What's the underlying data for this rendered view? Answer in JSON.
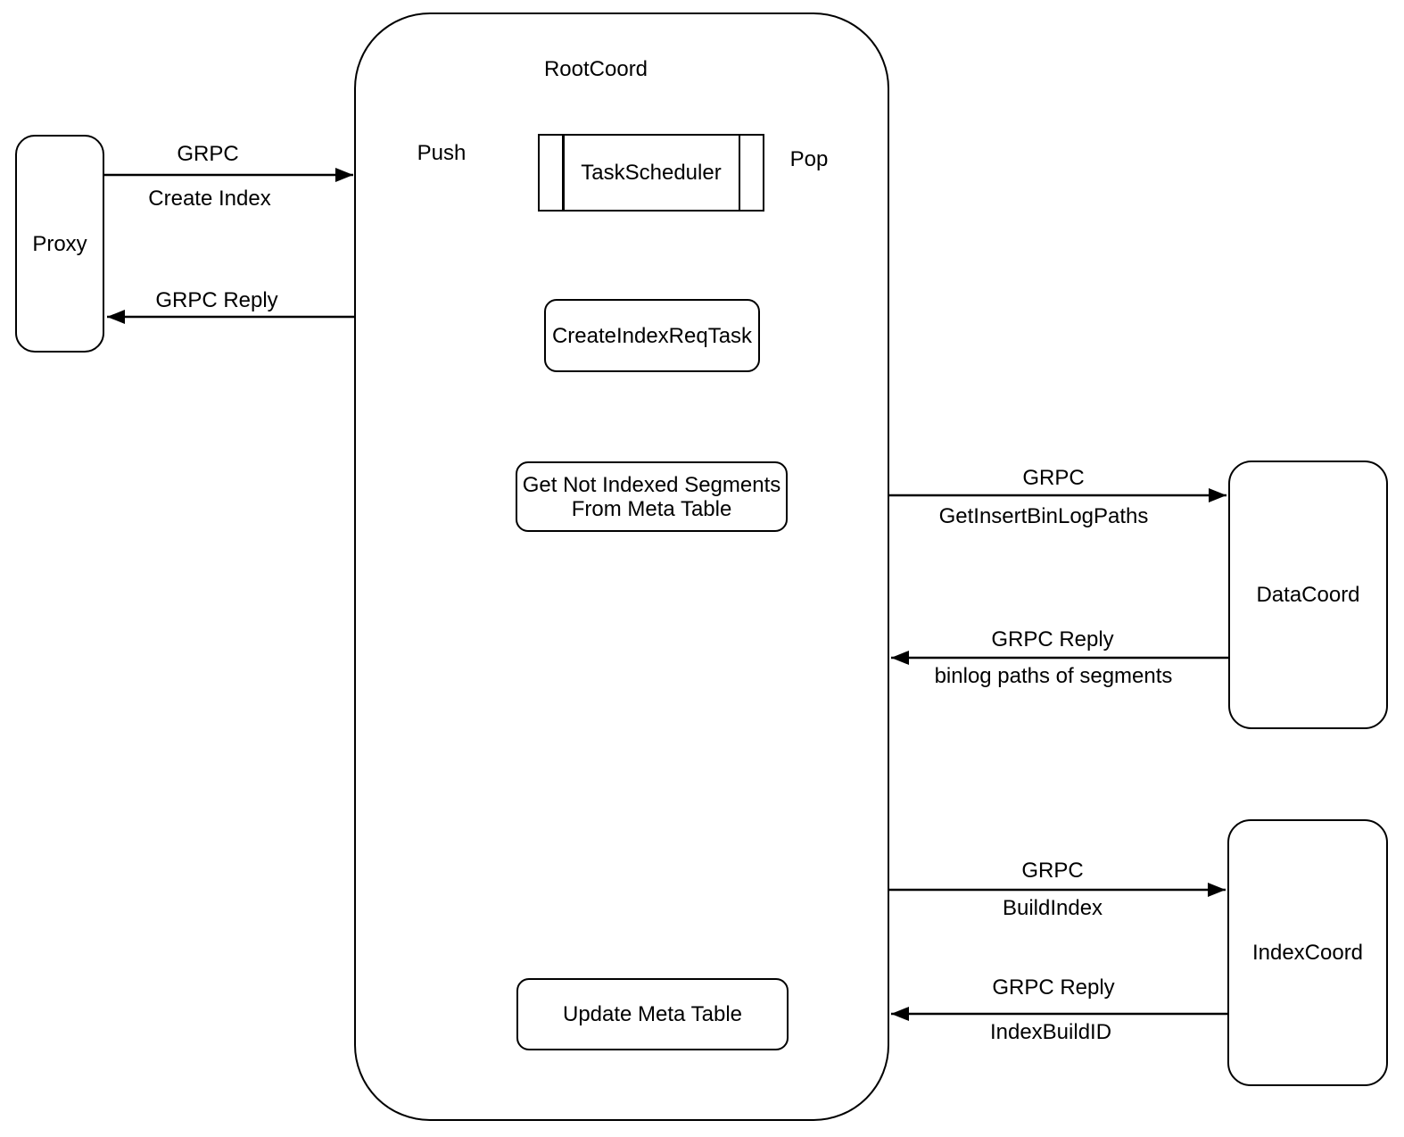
{
  "colors": {
    "stroke": "#000000",
    "background": "#ffffff",
    "text": "#000000"
  },
  "nodes": {
    "proxy": {
      "label": "Proxy"
    },
    "rootcoord": {
      "label": "RootCoord"
    },
    "taskscheduler": {
      "label": "TaskScheduler"
    },
    "createindexreqtask": {
      "label": "CreateIndexReqTask"
    },
    "getnotindexed": {
      "line1": "Get Not Indexed Segments",
      "line2": "From Meta Table"
    },
    "updatemetatable": {
      "label": "Update Meta Table"
    },
    "datacoord": {
      "label": "DataCoord"
    },
    "indexcoord": {
      "label": "IndexCoord"
    }
  },
  "edges": {
    "create_index": {
      "line1": "GRPC",
      "line2": "Create Index"
    },
    "grpc_reply_to_proxy": {
      "label": "GRPC Reply"
    },
    "push": {
      "label": "Push"
    },
    "pop": {
      "label": "Pop"
    },
    "get_insert_binlog_paths": {
      "line1": "GRPC",
      "line2": "GetInsertBinLogPaths"
    },
    "binlog_paths_reply": {
      "line1": "GRPC Reply",
      "line2": "binlog paths of segments"
    },
    "build_index": {
      "line1": "GRPC",
      "line2": "BuildIndex"
    },
    "index_build_id_reply": {
      "line1": "GRPC Reply",
      "line2": "IndexBuildID"
    }
  }
}
